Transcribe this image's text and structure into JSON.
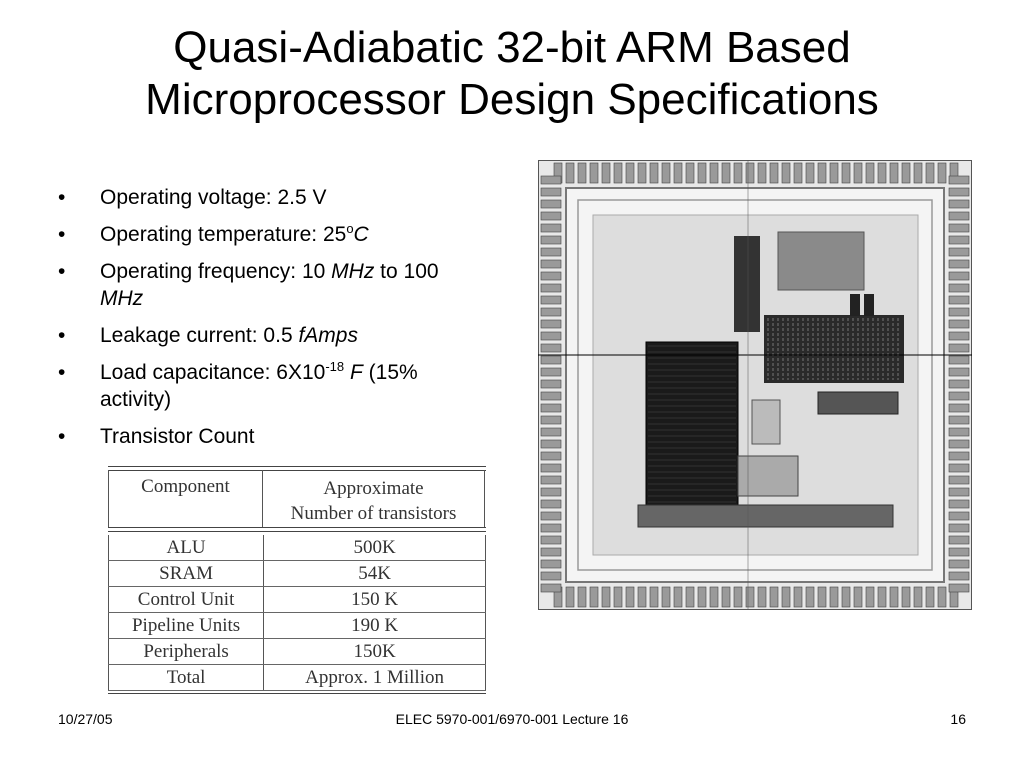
{
  "title": {
    "line1": "Quasi-Adiabatic 32-bit ARM Based",
    "line2": "Microprocessor Design Specifications"
  },
  "bullets": {
    "voltage": "Operating voltage: 2.5 V",
    "temperature_prefix": "Operating temperature: 25",
    "temperature_sup": "o",
    "temperature_unit": "C",
    "frequency_prefix": "Operating frequency: 10 ",
    "frequency_unit1": "MHz",
    "frequency_mid": " to 100",
    "frequency_unit2": "MHz",
    "leakage_prefix": "Leakage current: 0.5 ",
    "leakage_unit": "fAmps",
    "load_prefix": "Load capacitance: 6X10",
    "load_sup": "-18",
    "load_unit": "F",
    "load_suffix": " (15%",
    "load_line2": "activity)",
    "transistor": "Transistor Count"
  },
  "table": {
    "header_component": "Component",
    "header_approx_line1": "Approximate",
    "header_approx_line2": "Number of transistors",
    "rows": [
      {
        "component": "ALU",
        "count": "500K"
      },
      {
        "component": "SRAM",
        "count": "54K"
      },
      {
        "component": "Control Unit",
        "count": "150 K"
      },
      {
        "component": "Pipeline Units",
        "count": "190 K"
      },
      {
        "component": "Peripherals",
        "count": "150K"
      },
      {
        "component": "Total",
        "count": "Approx. 1 Million"
      }
    ]
  },
  "footer": {
    "date": "10/27/05",
    "course": "ELEC 5970-001/6970-001 Lecture 16",
    "page": "16"
  },
  "colors": {
    "chip_dark": "#1a1a1a",
    "chip_gray": "#8a8a8a",
    "chip_light": "#c8c8c8"
  }
}
